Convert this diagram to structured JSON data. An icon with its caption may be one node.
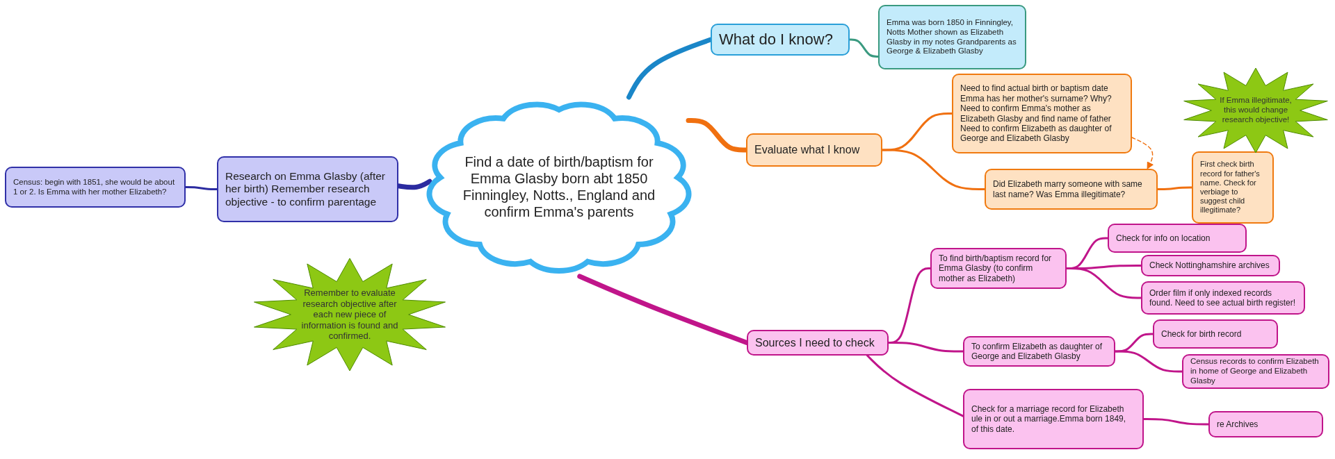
{
  "diagram": {
    "nodes": [
      {
        "text": [
          "Find a date of birth/baptism for Emma Glasby born abt 1850 Finningley, Notts., England and confirm Emma's parents"
        ]
      },
      {
        "text": [
          "What do I know?"
        ]
      },
      {
        "text": [
          "Emma was born 1850 in Finningley, Notts Mother shown as Elizabeth Glasby in my notes Grandparents as George & Elizabeth Glasby"
        ]
      },
      {
        "text": [
          "Evaluate what I know"
        ]
      },
      {
        "text": [
          "Need to find actual birth or baptism date Emma has her mother's surname? Why? Need to confirm Emma's mother as Elizabeth Glasby and find name of father Need to confirm Elizabeth as daughter of George and Elizabeth Glasby"
        ]
      },
      {
        "text": [
          "Did Elizabeth marry someone with same last name? Was Emma illegitimate?"
        ]
      },
      {
        "text": [
          "First check birth record for father's name. Check for verbiage to suggest child illegitimate?"
        ]
      },
      {
        "text": [
          "If Emma illegitimate, this would change research objective!"
        ]
      },
      {
        "text": [
          "Sources I need to check"
        ]
      },
      {
        "text": [
          "To find birth/baptism record for Emma Glasby (to confirm mother as Elizabeth)"
        ]
      },
      {
        "text": [
          "Check for info on location"
        ]
      },
      {
        "text": [
          "Check Nottinghamshire archives"
        ]
      },
      {
        "text": [
          "Order film if only indexed records found. Need to see actual birth register!"
        ]
      },
      {
        "text": [
          "To confirm Elizabeth as daughter of George and Elizabeth Glasby"
        ]
      },
      {
        "text": [
          "Check for birth record"
        ]
      },
      {
        "text": [
          "Census records to confirm Elizabeth in home of George and Elizabeth Glasby"
        ]
      },
      {
        "text": [
          "Check for a marriage record for Elizabeth",
          "ule in or out a marriage.Emma born 1849,",
          "of this date."
        ]
      },
      {
        "text": [
          "re Archives"
        ]
      },
      {
        "text": [
          "Research on Emma Glasby (after her birth) Remember research objective - to confirm parentage"
        ]
      },
      {
        "text": [
          "Census: begin with 1851, she would be about 1 or 2. Is Emma with her mother Elizabeth?"
        ]
      },
      {
        "text": [
          "Remember to evaluate research objective after each new piece of information is found and confirmed."
        ]
      }
    ],
    "edges": [
      {
        "from": 0,
        "to": 1,
        "arrow": "none",
        "style": "thick",
        "color": "#1a86c8"
      },
      {
        "from": 1,
        "to": 2,
        "arrow": "none",
        "color": "#3a9a80"
      },
      {
        "from": 0,
        "to": 3,
        "arrow": "none",
        "style": "thick",
        "color": "#f07010"
      },
      {
        "from": 3,
        "to": 4,
        "arrow": "none",
        "color": "#f07010"
      },
      {
        "from": 3,
        "to": 5,
        "arrow": "none",
        "color": "#f07010"
      },
      {
        "from": 4,
        "to": 5,
        "arrow": "to",
        "style": "dashed",
        "color": "#f07010"
      },
      {
        "from": 5,
        "to": 6,
        "arrow": "none",
        "color": "#f07010"
      },
      {
        "from": 0,
        "to": 8,
        "arrow": "none",
        "style": "thick"
      },
      {
        "from": 8,
        "to": 9,
        "arrow": "none"
      },
      {
        "from": 9,
        "to": 10,
        "arrow": "none"
      },
      {
        "from": 9,
        "to": 11,
        "arrow": "none"
      },
      {
        "from": 9,
        "to": 12,
        "arrow": "none"
      },
      {
        "from": 8,
        "to": 13,
        "arrow": "none"
      },
      {
        "from": 13,
        "to": 14,
        "arrow": "none"
      },
      {
        "from": 13,
        "to": 15,
        "arrow": "none"
      },
      {
        "from": 8,
        "to": 16,
        "arrow": "none"
      },
      {
        "from": 16,
        "to": 17,
        "arrow": "none"
      },
      {
        "from": 0,
        "to": 18,
        "arrow": "none",
        "style": "thick",
        "color": "#2b2ba0"
      },
      {
        "from": 18,
        "to": 19,
        "arrow": "none",
        "color": "#2b2ba0"
      }
    ]
  }
}
